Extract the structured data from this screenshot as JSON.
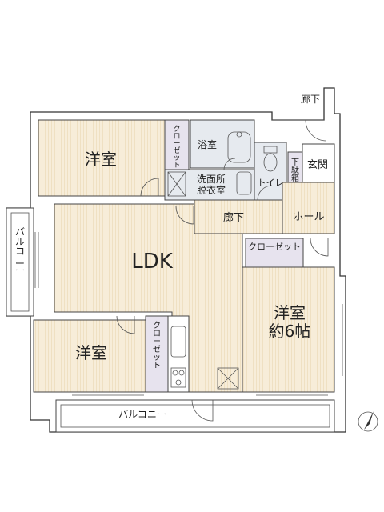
{
  "rooms": {
    "western_room_top": "洋室",
    "closet_top": "クローゼット",
    "bathroom": "浴室",
    "washroom": "洗面所\n脱衣室",
    "toilet": "トイレ",
    "shoe_box": "下駄箱",
    "entrance": "玄関",
    "corridor_top": "廊下",
    "corridor_mid": "廊下",
    "hall": "ホール",
    "balcony_left": "バルコニー",
    "ldk": "LDK",
    "closet_right": "クローゼット",
    "western_room_right": "洋室\n約6帖",
    "western_room_left": "洋室",
    "closet_left": "クローゼット",
    "balcony_bottom": "バルコニー"
  },
  "colors": {
    "floor_wood": "#f7edd9",
    "floor_wood_stripe": "#efe0c2",
    "wet_area": "#e6eaef",
    "closet": "#e7e3ee",
    "wall": "#333333",
    "white": "#ffffff"
  },
  "icons": [
    "compass-icon",
    "bathtub-icon",
    "toilet-icon",
    "sink-icon",
    "stove-icon"
  ]
}
